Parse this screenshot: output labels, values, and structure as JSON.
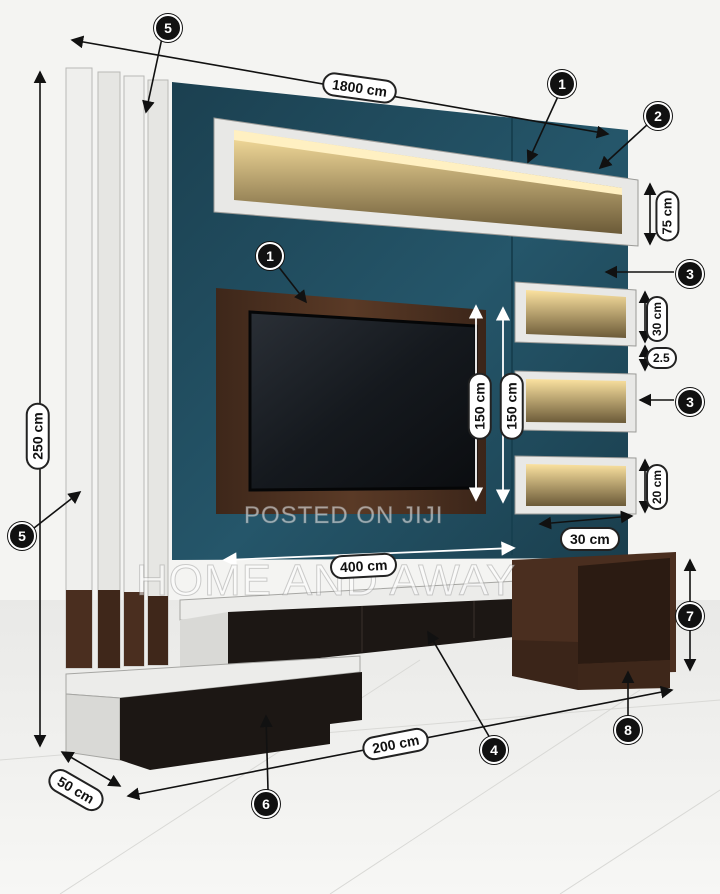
{
  "dimensions": {
    "total_width": "1800 cm",
    "total_height": "250 cm",
    "top_shelf_height": "75 cm",
    "tv_height_a": "150 cm",
    "tv_height_b": "150 cm",
    "small_shelf_height": "30 cm",
    "shelf_gap": "2.5",
    "bottom_shelf_height": "20 cm",
    "shelf_depth": "30 cm",
    "tv_panel_width": "400 cm",
    "base_width": "200 cm",
    "base_depth": "50 cm"
  },
  "callouts": {
    "one_top": "1",
    "one_tv": "1",
    "two": "2",
    "three_a": "3",
    "three_b": "3",
    "four": "4",
    "five_top": "5",
    "five_left": "5",
    "six": "6",
    "seven": "7",
    "eight": "8"
  },
  "watermarks": {
    "posted": "POSTED ON JIJI",
    "brand": "HOME AND AWAY"
  },
  "colors": {
    "wall_panel": "#1f4a5a",
    "wood": "#4a2e1f",
    "dark_cabinet": "#1c1714",
    "white_frame": "#e8e8e6",
    "led_glow": "#f2c46a"
  }
}
